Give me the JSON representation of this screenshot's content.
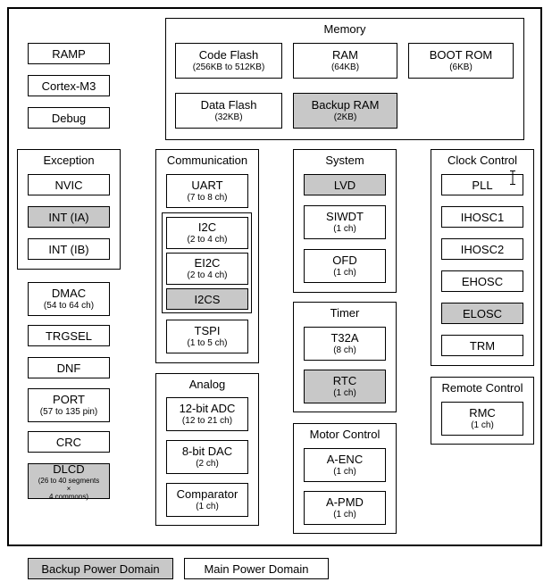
{
  "diagram": {
    "standalone": [
      {
        "name": "RAMP"
      },
      {
        "name": "Cortex-M3"
      },
      {
        "name": "Debug"
      }
    ],
    "memory": {
      "title": "Memory",
      "blocks": [
        {
          "name": "Code Flash",
          "sub": "(256KB to 512KB)"
        },
        {
          "name": "RAM",
          "sub": "(64KB)"
        },
        {
          "name": "BOOT ROM",
          "sub": "(6KB)"
        },
        {
          "name": "Data Flash",
          "sub": "(32KB)"
        },
        {
          "name": "Backup RAM",
          "sub": "(2KB)"
        }
      ]
    },
    "exception": {
      "title": "Exception",
      "blocks": [
        {
          "name": "NVIC"
        },
        {
          "name": "INT (IA)"
        },
        {
          "name": "INT (IB)"
        }
      ]
    },
    "misc": [
      {
        "name": "DMAC",
        "sub": "(54 to 64 ch)"
      },
      {
        "name": "TRGSEL"
      },
      {
        "name": "DNF"
      },
      {
        "name": "PORT",
        "sub": "(57 to 135 pin)"
      },
      {
        "name": "CRC"
      },
      {
        "name": "DLCD",
        "sub": "(26 to 40 segments",
        "sub2": "×",
        "sub3": "4 commons)"
      }
    ],
    "communication": {
      "title": "Communication",
      "blocks": [
        {
          "name": "UART",
          "sub": "(7 to 8 ch)"
        },
        {
          "name": "I2C",
          "sub": "(2 to 4 ch)"
        },
        {
          "name": "EI2C",
          "sub": "(2 to 4 ch)"
        },
        {
          "name": "I2CS"
        },
        {
          "name": "TSPI",
          "sub": "(1 to 5 ch)"
        }
      ]
    },
    "analog": {
      "title": "Analog",
      "blocks": [
        {
          "name": "12-bit ADC",
          "sub": "(12 to 21 ch)"
        },
        {
          "name": "8-bit DAC",
          "sub": "(2 ch)"
        },
        {
          "name": "Comparator",
          "sub": "(1 ch)"
        }
      ]
    },
    "system": {
      "title": "System",
      "blocks": [
        {
          "name": "LVD"
        },
        {
          "name": "SIWDT",
          "sub": "(1 ch)"
        },
        {
          "name": "OFD",
          "sub": "(1 ch)"
        }
      ]
    },
    "timer": {
      "title": "Timer",
      "blocks": [
        {
          "name": "T32A",
          "sub": "(8 ch)"
        },
        {
          "name": "RTC",
          "sub": "(1 ch)"
        }
      ]
    },
    "motor": {
      "title": "Motor Control",
      "blocks": [
        {
          "name": "A-ENC",
          "sub": "(1 ch)"
        },
        {
          "name": "A-PMD",
          "sub": "(1 ch)"
        }
      ]
    },
    "clock": {
      "title": "Clock Control",
      "blocks": [
        {
          "name": "PLL"
        },
        {
          "name": "IHOSC1"
        },
        {
          "name": "IHOSC2"
        },
        {
          "name": "EHOSC"
        },
        {
          "name": "ELOSC"
        },
        {
          "name": "TRM"
        }
      ]
    },
    "remote": {
      "title": "Remote Control",
      "blocks": [
        {
          "name": "RMC",
          "sub": "(1 ch)"
        }
      ]
    },
    "legend": {
      "backup": "Backup Power Domain",
      "main": "Main Power Domain"
    },
    "colors": {
      "backup_domain": "#c8c8c8",
      "main_domain": "#ffffff",
      "border": "#000000"
    },
    "icons": {
      "cursor": "text-cursor-icon"
    }
  }
}
